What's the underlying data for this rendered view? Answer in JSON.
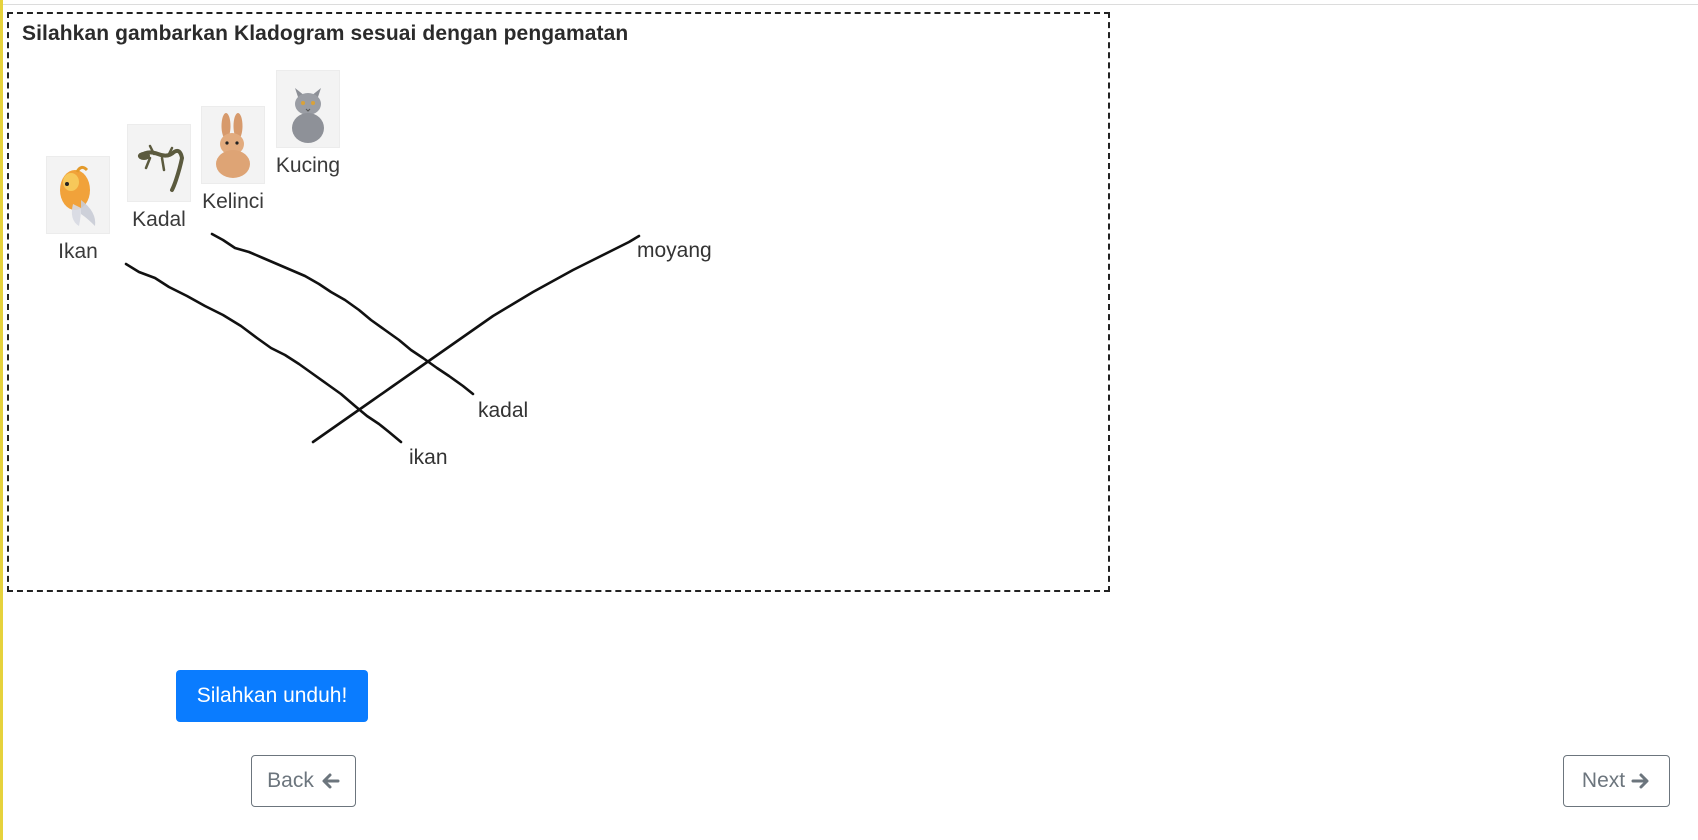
{
  "panel": {
    "title": "Silahkan gambarkan Kladogram sesuai dengan pengamatan"
  },
  "animals": [
    {
      "label": "Ikan",
      "icon": "fish-icon"
    },
    {
      "label": "Kadal",
      "icon": "lizard-icon"
    },
    {
      "label": "Kelinci",
      "icon": "rabbit-icon"
    },
    {
      "label": "Kucing",
      "icon": "cat-icon"
    }
  ],
  "drawing": {
    "labels": [
      "moyang",
      "kadal",
      "ikan"
    ]
  },
  "buttons": {
    "download_label": "Silahkan unduh!",
    "back_label": "Back",
    "next_label": "Next"
  },
  "colors": {
    "primary": "#0a7cff",
    "secondary": "#6c757d",
    "stroke": "#111111"
  }
}
